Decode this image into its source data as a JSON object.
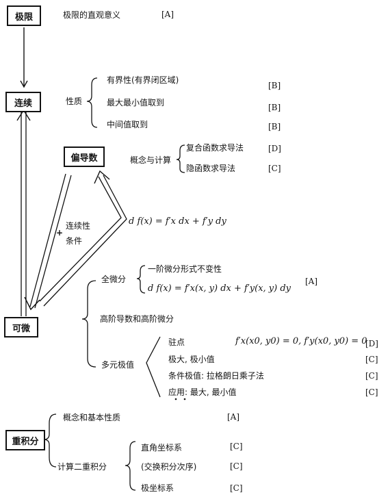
{
  "nodes": {
    "jixian": "极限",
    "lianxu": "连续",
    "piandaoshu": "偏导数",
    "kewei": "可微",
    "zhongjifen": "重积分"
  },
  "jixian_branch": {
    "label": "极限的直观意义",
    "grade": "[A]"
  },
  "lianxu_branch": {
    "label": "性质",
    "items": [
      {
        "text": "有界性(有界闭区域)",
        "grade": "[B]"
      },
      {
        "text": "最大最小值取到",
        "grade": "[B]"
      },
      {
        "text": "中间值取到",
        "grade": "[B]"
      }
    ]
  },
  "pian_branch": {
    "label": "概念与计算",
    "items": [
      {
        "text": "复合函数求导法",
        "grade": "[D]"
      },
      {
        "text": "隐函数求导法",
        "grade": "[C]"
      }
    ]
  },
  "edge_label": {
    "plus": "+",
    "line1": "连续性",
    "line2": "条件"
  },
  "formula_df": "d f(x) = f′x dx + f′y dy",
  "kewei_branch": {
    "quanweifen": {
      "label": "全微分",
      "items": [
        {
          "text": "一阶微分形式不变性"
        },
        {
          "text": "d f(x) = f′x(x, y) dx + f′y(x, y) dy"
        }
      ],
      "grade": "[A]"
    },
    "gaojie": "高阶导数和高阶微分",
    "jizhi": {
      "label": "多元极值",
      "items": [
        {
          "text": "驻点",
          "formula": "f′x(x0, y0) = 0, f′y(x0, y0) = 0",
          "grade": "[D]"
        },
        {
          "text": "极大, 极小值",
          "grade": "[C]"
        },
        {
          "text": "条件极值: 拉格朗日乘子法",
          "grade": "[C]"
        },
        {
          "text": "应用: 最大, 最小值",
          "grade": "[C]"
        }
      ]
    }
  },
  "zhongjifen_branch": {
    "items": [
      {
        "text": "概念和基本性质",
        "grade": "[A]"
      }
    ],
    "jisuan": {
      "label": "计算二重积分",
      "items": [
        {
          "text": "直角坐标系",
          "grade": "[C]"
        },
        {
          "text": "(交换积分次序)",
          "grade": "[C]"
        },
        {
          "text": "极坐标系",
          "grade": "[C]"
        }
      ]
    }
  }
}
